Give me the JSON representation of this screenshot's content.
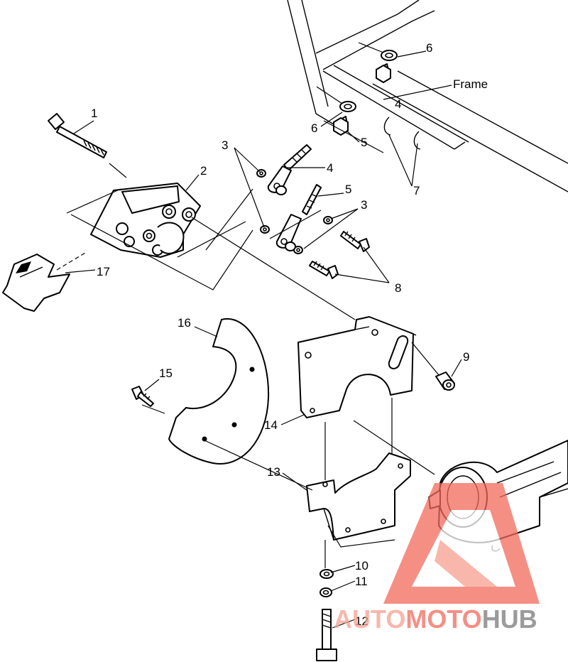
{
  "callouts": [
    {
      "id": "1",
      "label": "1"
    },
    {
      "id": "2",
      "label": "2"
    },
    {
      "id": "3a",
      "label": "3"
    },
    {
      "id": "3b",
      "label": "3"
    },
    {
      "id": "4a",
      "label": "4"
    },
    {
      "id": "4b",
      "label": "4"
    },
    {
      "id": "5a",
      "label": "5"
    },
    {
      "id": "5b",
      "label": "5"
    },
    {
      "id": "6a",
      "label": "6"
    },
    {
      "id": "6b",
      "label": "6"
    },
    {
      "id": "7",
      "label": "7"
    },
    {
      "id": "8",
      "label": "8"
    },
    {
      "id": "9",
      "label": "9"
    },
    {
      "id": "10",
      "label": "10"
    },
    {
      "id": "11",
      "label": "11"
    },
    {
      "id": "12",
      "label": "12"
    },
    {
      "id": "13",
      "label": "13"
    },
    {
      "id": "14",
      "label": "14"
    },
    {
      "id": "15",
      "label": "15"
    },
    {
      "id": "16",
      "label": "16"
    },
    {
      "id": "17",
      "label": "17"
    }
  ],
  "frame_label": "Frame",
  "watermark": {
    "brand": "AUTOMOTOHUB",
    "part_auto": "AUTO",
    "part_moto": "MOTO",
    "part_hub": "HUB",
    "color_primary": "#f26a5c",
    "color_secondary": "#f7a08f",
    "color_hub": "#7a7a7a"
  }
}
